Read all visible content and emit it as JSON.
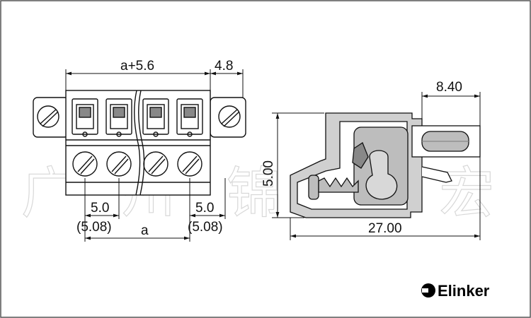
{
  "dimensions": {
    "total_width": "a+5.6",
    "flange": "4.8",
    "pitch_left": "5.0",
    "pitch_left_alt": "(5.08)",
    "span": "a",
    "pitch_right": "5.0",
    "pitch_right_alt": "(5.08)",
    "side_height": "5.00",
    "side_depth": "8.40",
    "side_length": "27.00"
  },
  "brand": {
    "name": "Elinker"
  },
  "colors": {
    "line": "#111111",
    "housing": "#d0d0d0",
    "insert": "#bdbdbd",
    "frame": "#555555"
  }
}
